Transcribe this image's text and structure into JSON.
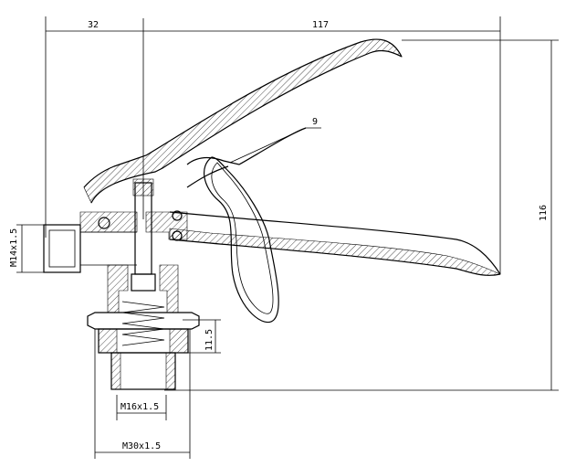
{
  "dimensions": {
    "top_left": "32",
    "top_right": "117",
    "right_height": "116",
    "left_thread": "M14x1.5",
    "inner_height": "11.5",
    "bottom_inner_thread": "M16x1.5",
    "bottom_outer_thread": "M30x1.5"
  },
  "callout": {
    "part_number": "9"
  }
}
